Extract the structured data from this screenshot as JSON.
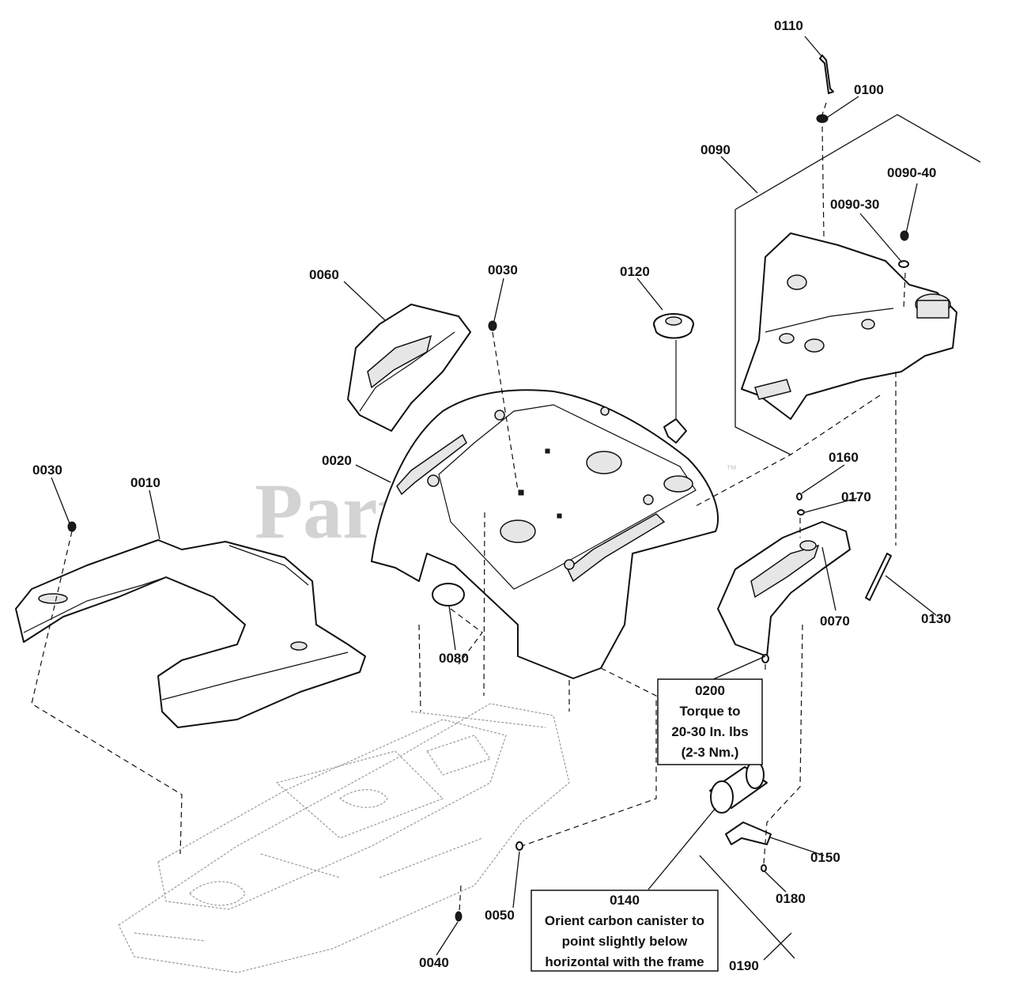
{
  "watermark": {
    "text": "PartsTree",
    "trademark": "™"
  },
  "callouts": [
    {
      "id": "c0110",
      "text": "0110"
    },
    {
      "id": "c0100",
      "text": "0100"
    },
    {
      "id": "c0090",
      "text": "0090"
    },
    {
      "id": "c0090_40",
      "text": "0090-40"
    },
    {
      "id": "c0090_30",
      "text": "0090-30"
    },
    {
      "id": "c0060",
      "text": "0060"
    },
    {
      "id": "c0030a",
      "text": "0030"
    },
    {
      "id": "c0120",
      "text": "0120"
    },
    {
      "id": "c0020",
      "text": "0020"
    },
    {
      "id": "c0030b",
      "text": "0030"
    },
    {
      "id": "c0010",
      "text": "0010"
    },
    {
      "id": "c0160",
      "text": "0160"
    },
    {
      "id": "c0170",
      "text": "0170"
    },
    {
      "id": "c0070",
      "text": "0070"
    },
    {
      "id": "c0130",
      "text": "0130"
    },
    {
      "id": "c0080",
      "text": "0080"
    },
    {
      "id": "c0150",
      "text": "0150"
    },
    {
      "id": "c0180",
      "text": "0180"
    },
    {
      "id": "c0050",
      "text": "0050"
    },
    {
      "id": "c0040",
      "text": "0040"
    },
    {
      "id": "c0190",
      "text": "0190"
    }
  ],
  "notes": {
    "torque": [
      "0200",
      "Torque to",
      "20-30 In. lbs",
      "(2-3 Nm.)"
    ],
    "canister": [
      "0140",
      "Orient carbon canister to",
      "point slightly below",
      "horizontal with the frame"
    ]
  }
}
